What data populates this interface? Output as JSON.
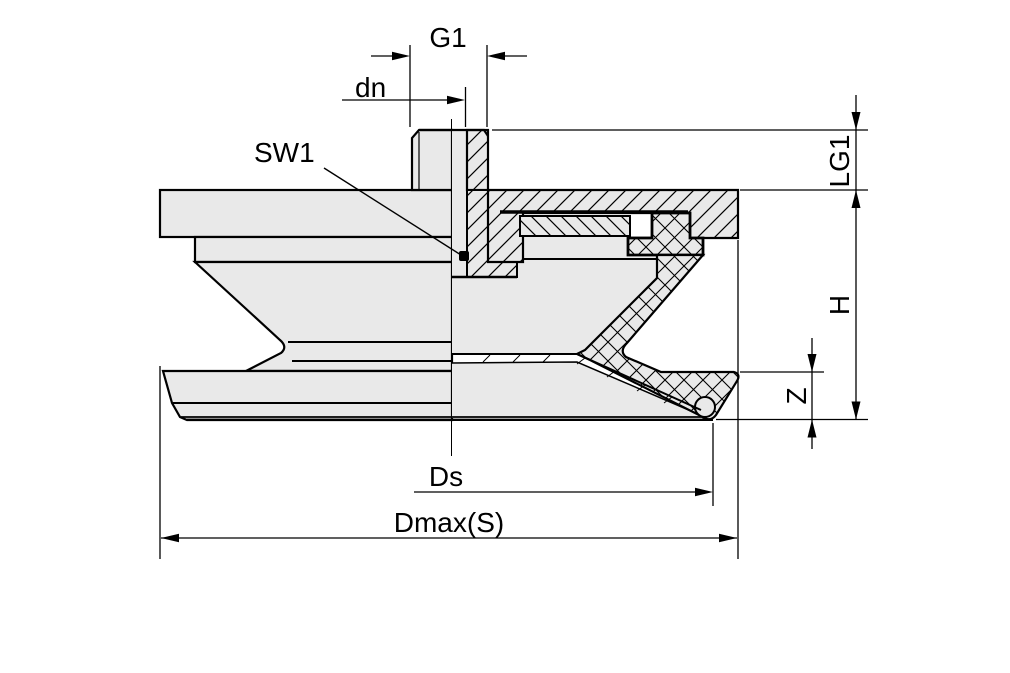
{
  "drawing": {
    "background_color": "#ffffff",
    "line_color": "#000000",
    "material_fill": "#e9e9e9",
    "labels": {
      "g1": "G1",
      "dn": "dn",
      "sw1": "SW1",
      "lg1": "LG1",
      "h": "H",
      "z": "Z",
      "ds": "Ds",
      "dmax": "Dmax(S)"
    }
  }
}
